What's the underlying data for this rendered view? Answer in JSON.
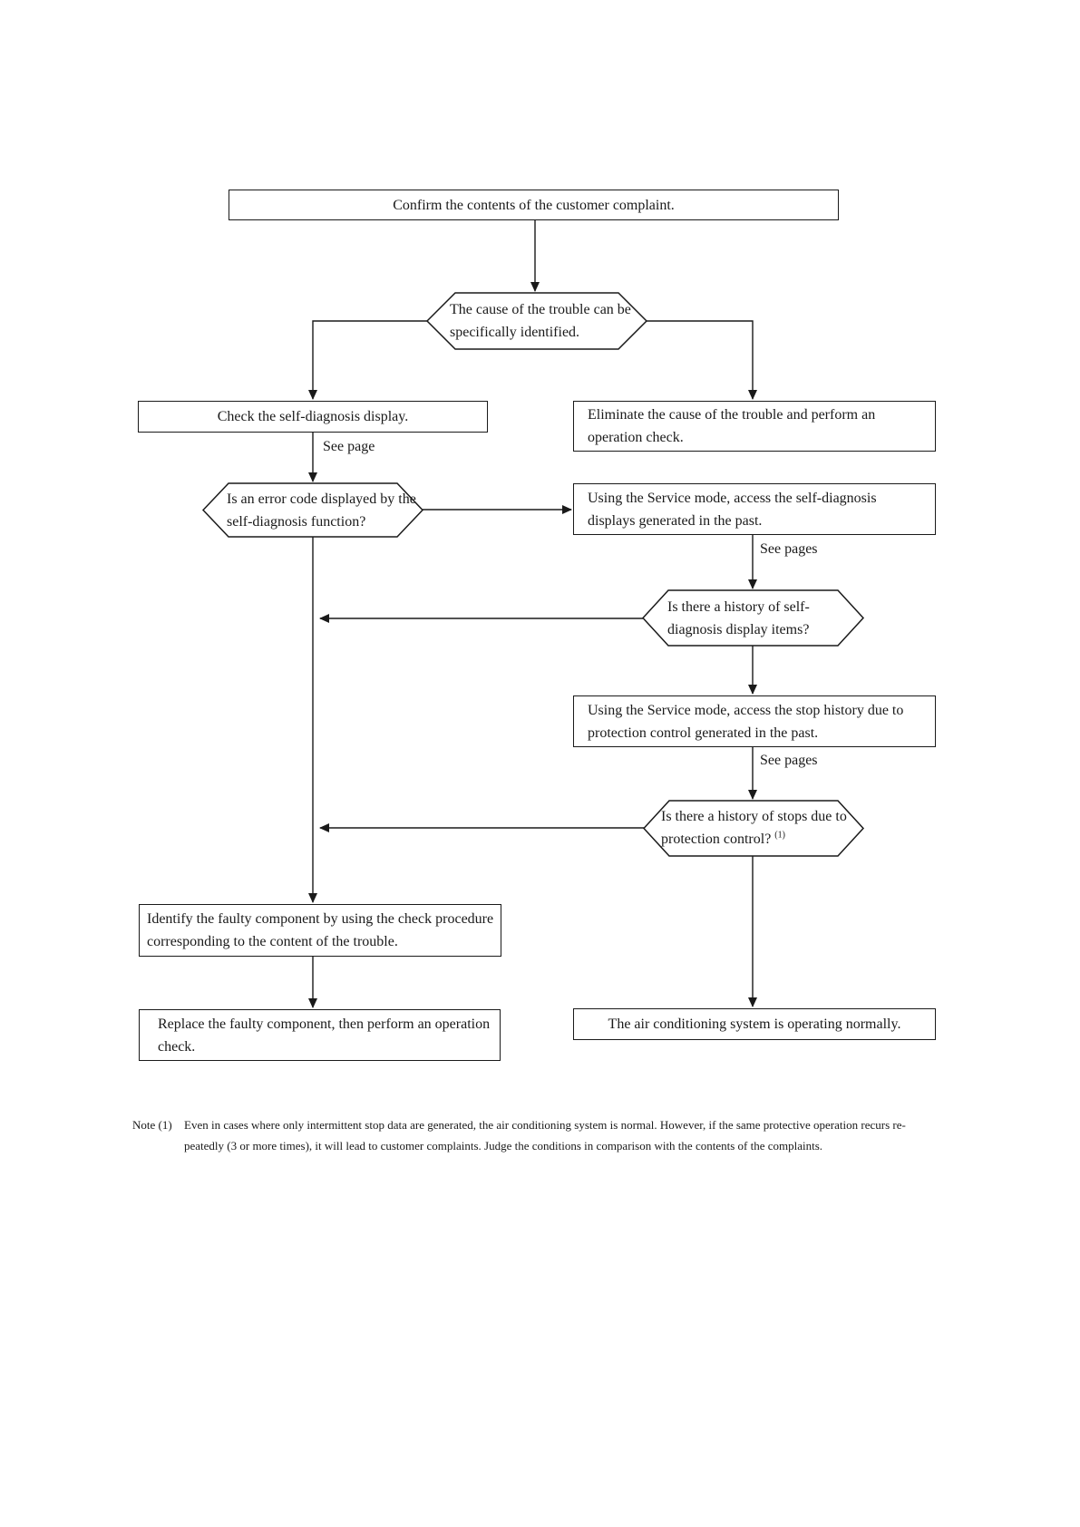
{
  "page": {
    "background": "#ffffff",
    "line_color": "#1a1a1a"
  },
  "nodes": {
    "confirm": {
      "text": "Confirm the contents of the customer complaint."
    },
    "cause_identified": {
      "text": "The cause of the trouble can be specifically identified."
    },
    "check_display": {
      "text": "Check the self-diagnosis display."
    },
    "eliminate": {
      "text": "Eliminate the cause of the trouble and perform an operation check."
    },
    "error_code": {
      "text": "Is an error code displayed by the self-diagnosis function?"
    },
    "service_self_diagnosis": {
      "text": "Using the Service mode, access the self-diagnosis displays generated in the past."
    },
    "self_diagnosis_history": {
      "text": "Is there a history of self-diagnosis display items?"
    },
    "service_stop_history": {
      "text": "Using the Service mode, access the stop history due to protection control generated in the past."
    },
    "stops_history": {
      "text": "Is there a history of stops due to protection control?",
      "sup": "(1)"
    },
    "identify": {
      "text": "Identify the faulty component by using the check procedure corresponding to the content of the trouble."
    },
    "replace": {
      "text": "Replace the faulty component, then perform an operation check."
    },
    "normal": {
      "text": "The air conditioning system is operating normally."
    }
  },
  "labels": {
    "see_page": "See page",
    "see_pages": "See pages"
  },
  "note": {
    "label": "Note (1)",
    "line1": "Even in cases where only intermittent stop data are generated, the air conditioning system is normal. However, if the same protective operation recurs re-",
    "line2": "peatedly (3 or more times), it will lead to customer complaints. Judge the conditions in comparison with the contents of the complaints."
  }
}
